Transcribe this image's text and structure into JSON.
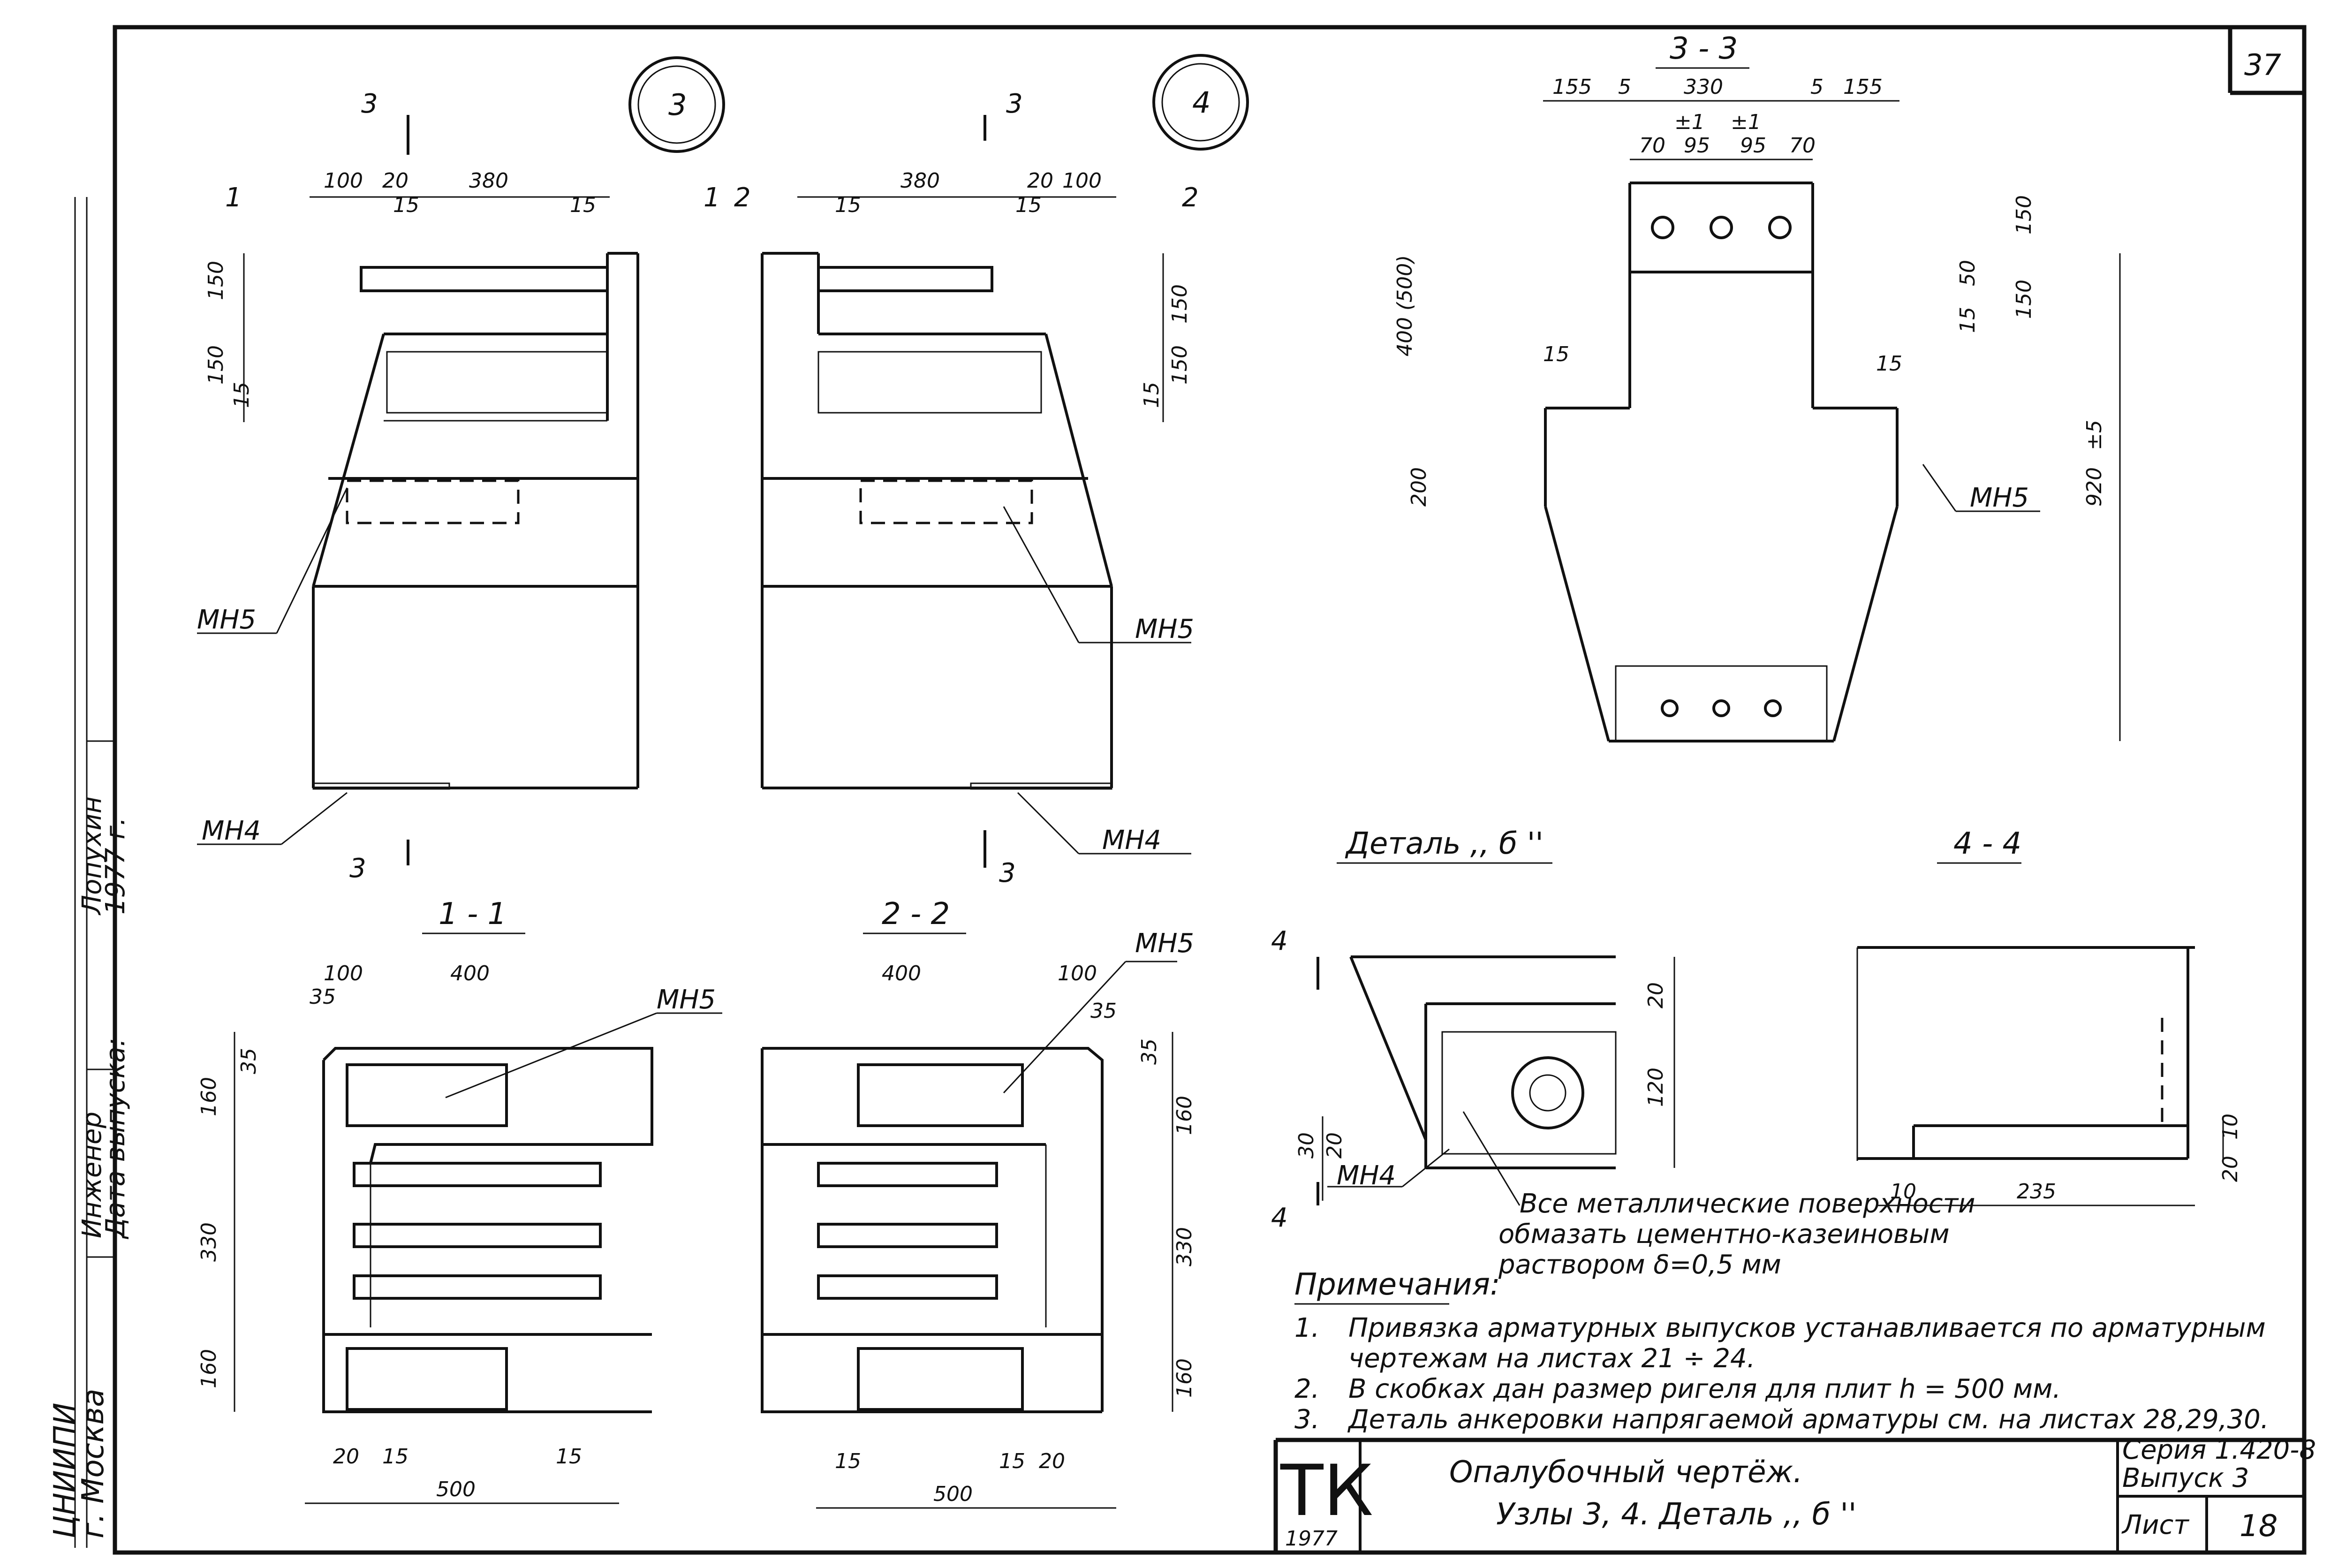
{
  "sheet": {
    "page_number": "37",
    "node3": "3",
    "node4": "4",
    "sec33": "3 - 3",
    "sec11": "1 - 1",
    "sec22": "2 - 2",
    "sec44": "4 - 4",
    "detail_title": "Деталь ,, б ''",
    "cut_marks": {
      "one": "1",
      "two": "2",
      "three": "3",
      "four": "4"
    }
  },
  "labels": {
    "mn5": "МН5",
    "mn4": "МН4"
  },
  "dims": {
    "d100": "100",
    "d20": "20",
    "d15": "15",
    "d380": "380",
    "d150": "150",
    "d155": "155",
    "d5": "5",
    "d330": "330",
    "d70": "70",
    "d95": "95",
    "d50": "50",
    "d200": "200",
    "d400_500": "400 (500)",
    "d920": "920",
    "pm1": "±1",
    "pm5": "±5",
    "d400": "400",
    "d35": "35",
    "d160": "160",
    "d500": "500",
    "d30": "30",
    "d120": "120",
    "d10": "10",
    "d235": "235"
  },
  "detail_note": {
    "line1": "Все металлические поверхности",
    "line2": "обмазать цементно-казеиновым",
    "line3": "раствором δ=0,5 мм"
  },
  "notes": {
    "heading": "Примечания:",
    "items": [
      {
        "num": "1.",
        "text": "Привязка арматурных выпусков устанавливается по арматурным"
      },
      {
        "num": "",
        "text": "чертежам на листах 21 ÷ 24."
      },
      {
        "num": "2.",
        "text": "В скобках дан размер ригеля для плит h = 500 мм."
      },
      {
        "num": "3.",
        "text": "Деталь анкеровки напрягаемой арматуры см. на листах 28,29,30."
      }
    ]
  },
  "side_stamp": {
    "engineer_role": "Инженер",
    "engineer_name": "Лопухин",
    "release_label": "Дата выпуска:",
    "release_year": "1977 г.",
    "city": "г. Москва",
    "org": "ЦНИИПИ"
  },
  "title_block": {
    "logo": "ТК",
    "year": "1977",
    "title_line1": "Опалубочный чертёж.",
    "title_line2": "Узлы 3, 4. Деталь ,, б ''",
    "series": "Серия 1.420-8",
    "issue": "Выпуск 3",
    "sheet_label": "Лист",
    "sheet_no": "18"
  }
}
